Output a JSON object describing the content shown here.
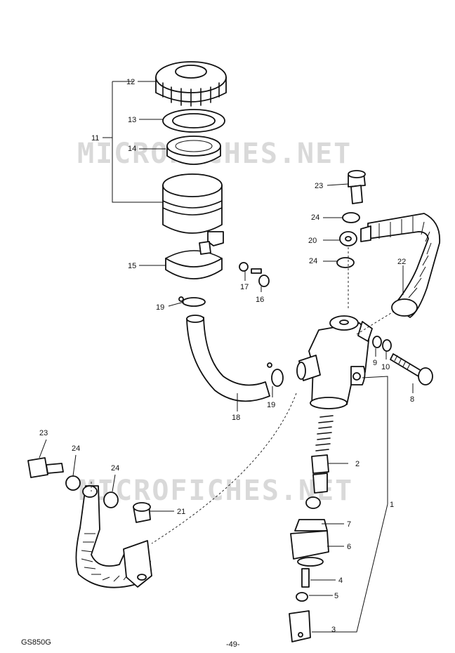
{
  "watermark": "MICROFICHES.NET",
  "footer": {
    "model": "GS850G",
    "page": "-49-"
  },
  "callouts": {
    "c1": "1",
    "c2": "2",
    "c3": "3",
    "c4": "4",
    "c5": "5",
    "c6": "6",
    "c7": "7",
    "c8": "8",
    "c9": "9",
    "c10": "10",
    "c11": "11",
    "c12": "12",
    "c13": "13",
    "c14": "14",
    "c15": "15",
    "c16": "16",
    "c17": "17",
    "c18": "18",
    "c19a": "19",
    "c19b": "19",
    "c20": "20",
    "c21": "21",
    "c22": "22",
    "c23a": "23",
    "c23b": "23",
    "c24a": "24",
    "c24b": "24",
    "c24c": "24",
    "c24d": "24"
  }
}
